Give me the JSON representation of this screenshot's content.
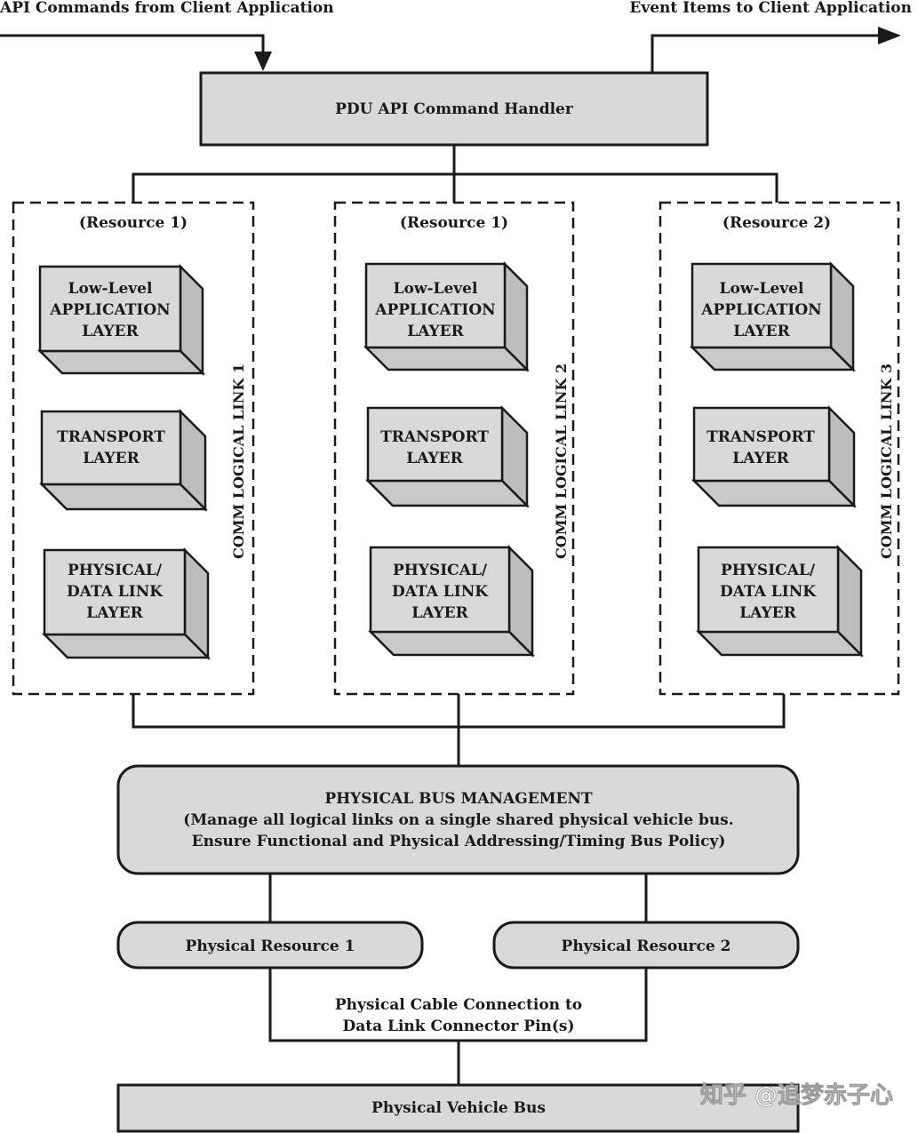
{
  "top_left_label": "API Commands from Client Application",
  "top_right_label": "Event Items to Client Application",
  "command_handler": "PDU API Command Handler",
  "links": [
    {
      "resource": "(Resource 1)",
      "link_label": "COMM LOGICAL LINK 1",
      "layers": [
        [
          "Low-Level",
          "APPLICATION",
          "LAYER"
        ],
        [
          "TRANSPORT",
          "LAYER"
        ],
        [
          "PHYSICAL/",
          "DATA LINK",
          "LAYER"
        ]
      ]
    },
    {
      "resource": "(Resource 1)",
      "link_label": "COMM LOGICAL LINK 2",
      "layers": [
        [
          "Low-Level",
          "APPLICATION",
          "LAYER"
        ],
        [
          "TRANSPORT",
          "LAYER"
        ],
        [
          "PHYSICAL/",
          "DATA LINK",
          "LAYER"
        ]
      ]
    },
    {
      "resource": "(Resource 2)",
      "link_label": "COMM LOGICAL LINK 3",
      "layers": [
        [
          "Low-Level",
          "APPLICATION",
          "LAYER"
        ],
        [
          "TRANSPORT",
          "LAYER"
        ],
        [
          "PHYSICAL/",
          "DATA LINK",
          "LAYER"
        ]
      ]
    }
  ],
  "bus_management": {
    "title": "PHYSICAL BUS MANAGEMENT",
    "line1": "(Manage all logical links on a single shared physical vehicle bus.",
    "line2": "Ensure Functional and Physical Addressing/Timing Bus Policy)"
  },
  "physical_resource_1": "Physical Resource 1",
  "physical_resource_2": "Physical Resource 2",
  "cable_connection": {
    "line1": "Physical Cable Connection to",
    "line2": "Data Link Connector Pin(s)"
  },
  "vehicle_bus": "Physical Vehicle Bus",
  "watermark": "知乎 @追梦赤子心"
}
